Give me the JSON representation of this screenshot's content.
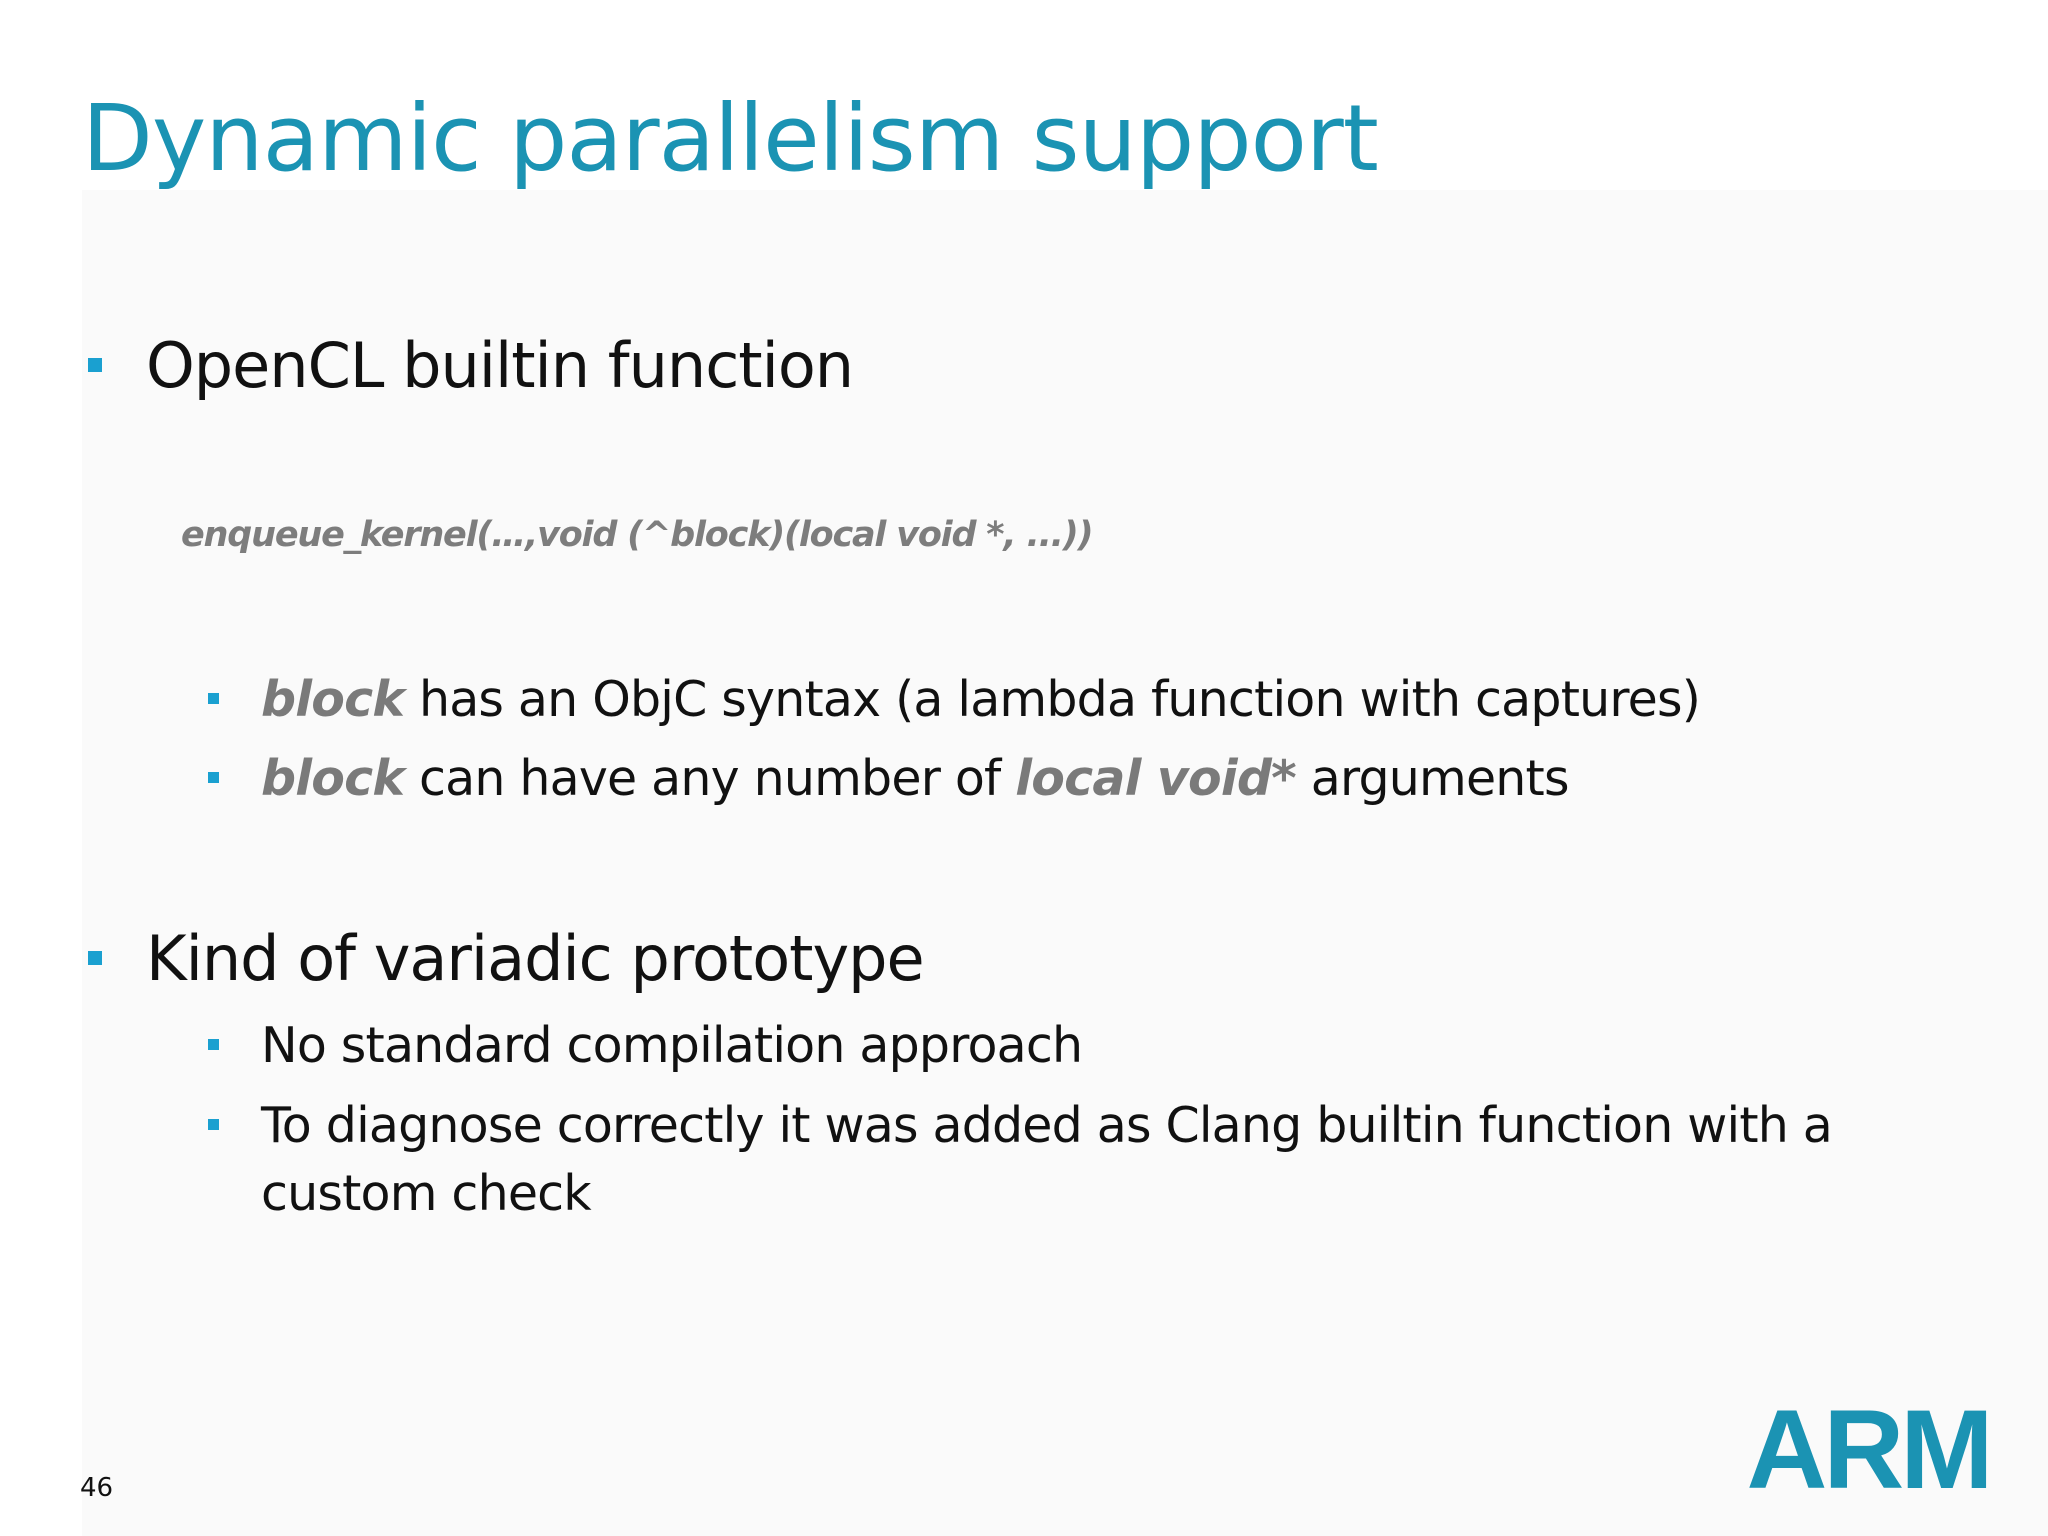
{
  "slide": {
    "title": "Dynamic parallelism support",
    "page_number": "46",
    "logo_text": "ARM",
    "accent_color": "#1b93b3",
    "bullet_color": "#1aa0d0",
    "emphasis_color": "#7a7a7a"
  },
  "bullets": [
    {
      "text": "OpenCL builtin function",
      "code": "enqueue_kernel(…,void (^block)(local void *, ...))",
      "sub": [
        {
          "em1": "block",
          "rest": " has an ObjC syntax (a lambda function with captures)"
        },
        {
          "em1": "block",
          "mid": " can have any number of ",
          "em2": "local void*",
          "rest": " arguments"
        }
      ]
    },
    {
      "text": "Kind of variadic prototype",
      "sub": [
        {
          "text": "No standard compilation approach"
        },
        {
          "line1": "To diagnose correctly it was added as Clang builtin function with a",
          "line2": "custom check"
        }
      ]
    }
  ]
}
